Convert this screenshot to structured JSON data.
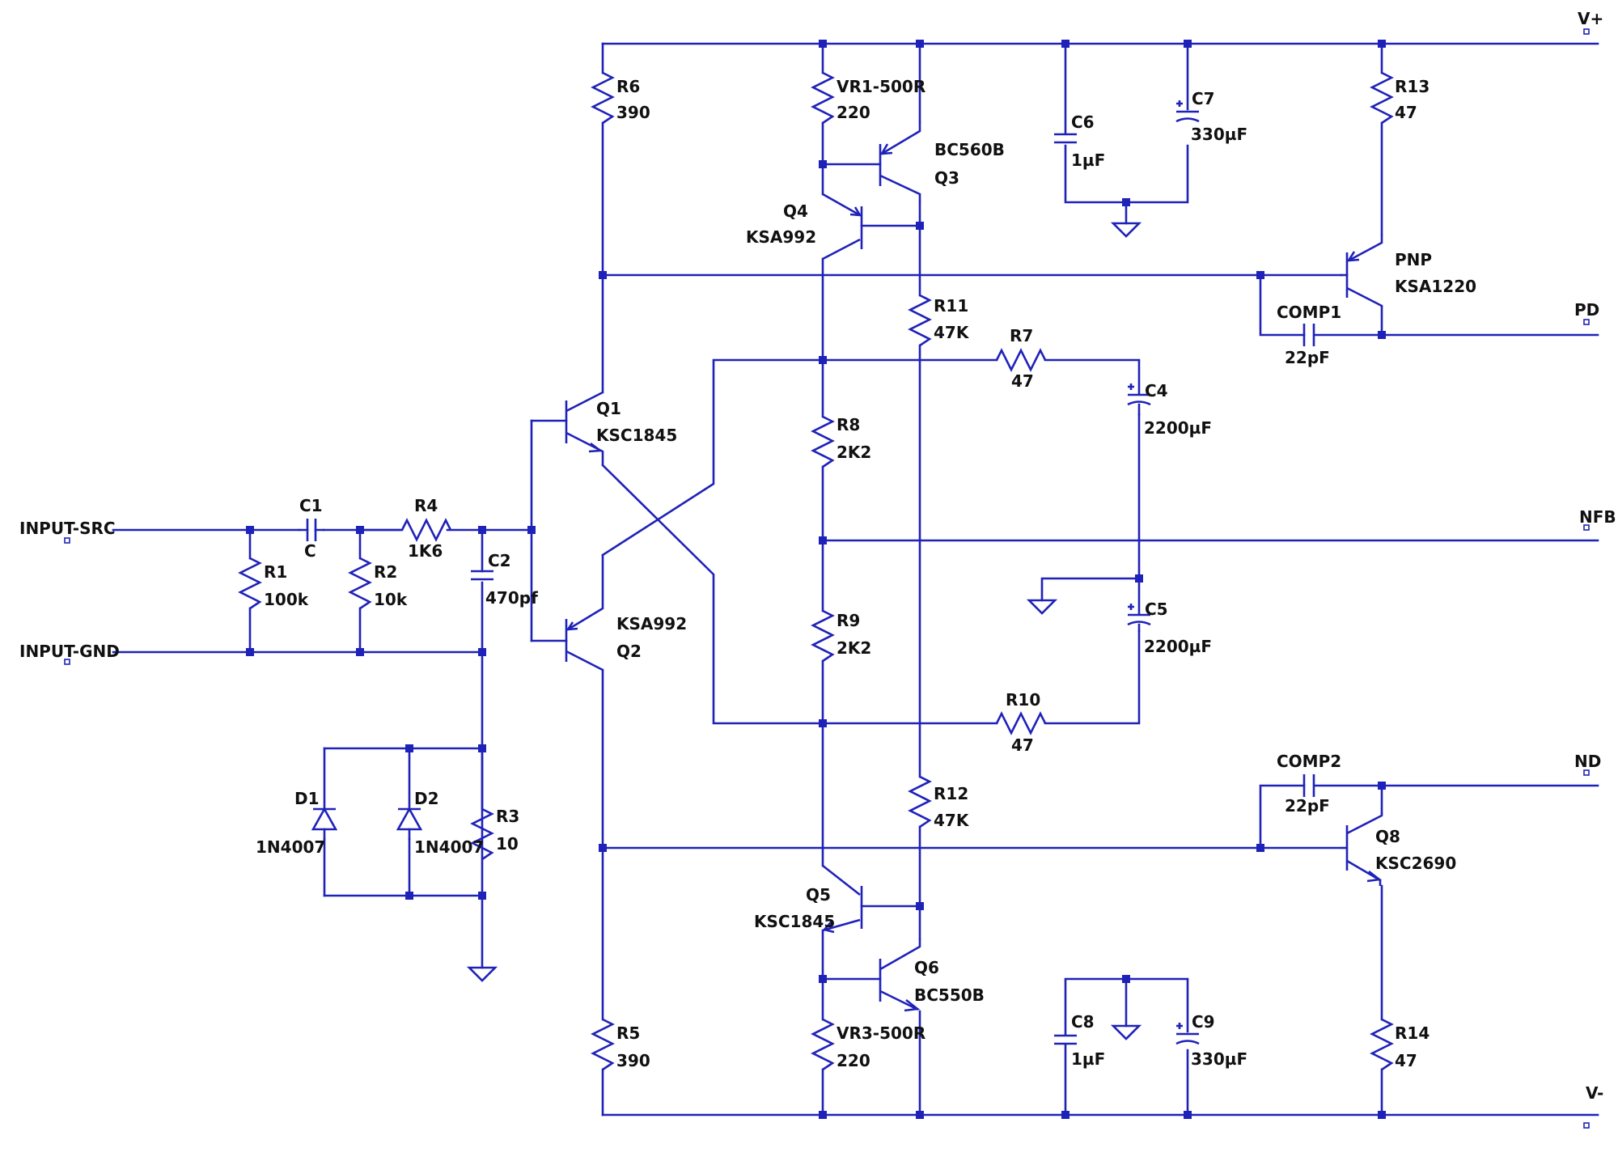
{
  "schematic": {
    "ports": {
      "vplus": "V+",
      "vminus": "V-",
      "pd": "PD",
      "nd": "ND",
      "nfb": "NFB",
      "input_src": "INPUT-SRC",
      "input_gnd": "INPUT-GND"
    },
    "components": {
      "R1": {
        "ref": "R1",
        "value": "100k"
      },
      "R2": {
        "ref": "R2",
        "value": "10k"
      },
      "R3": {
        "ref": "R3",
        "value": "10"
      },
      "R4": {
        "ref": "R4",
        "value": "1K6"
      },
      "R5": {
        "ref": "R5",
        "value": "390"
      },
      "R6": {
        "ref": "R6",
        "value": "390"
      },
      "R7": {
        "ref": "R7",
        "value": "47"
      },
      "R8": {
        "ref": "R8",
        "value": "2K2"
      },
      "R9": {
        "ref": "R9",
        "value": "2K2"
      },
      "R10": {
        "ref": "R10",
        "value": "47"
      },
      "R11": {
        "ref": "R11",
        "value": "47K"
      },
      "R12": {
        "ref": "R12",
        "value": "47K"
      },
      "R13": {
        "ref": "R13",
        "value": "47"
      },
      "R14": {
        "ref": "R14",
        "value": "47"
      },
      "VR1": {
        "ref": "VR1-500R",
        "value": "220"
      },
      "VR3": {
        "ref": "VR3-500R",
        "value": "220"
      },
      "C1": {
        "ref": "C1",
        "value": "C"
      },
      "C2": {
        "ref": "C2",
        "value": "470pf"
      },
      "C4": {
        "ref": "C4",
        "value": "2200µF"
      },
      "C5": {
        "ref": "C5",
        "value": "2200µF"
      },
      "C6": {
        "ref": "C6",
        "value": "1µF"
      },
      "C7": {
        "ref": "C7",
        "value": "330µF"
      },
      "C8": {
        "ref": "C8",
        "value": "1µF"
      },
      "C9": {
        "ref": "C9",
        "value": "330µF"
      },
      "COMP1": {
        "ref": "COMP1",
        "value": "22pF"
      },
      "COMP2": {
        "ref": "COMP2",
        "value": "22pF"
      },
      "D1": {
        "ref": "D1",
        "value": "1N4007"
      },
      "D2": {
        "ref": "D2",
        "value": "1N4007"
      },
      "Q1": {
        "ref": "Q1",
        "value": "KSC1845"
      },
      "Q2": {
        "ref": "Q2",
        "value": "KSA992"
      },
      "Q3": {
        "ref": "Q3",
        "value": "BC560B"
      },
      "Q4": {
        "ref": "Q4",
        "value": "KSA992"
      },
      "Q5": {
        "ref": "Q5",
        "value": "KSC1845"
      },
      "Q6": {
        "ref": "Q6",
        "value": "BC550B"
      },
      "Q7": {
        "ref": "PNP",
        "value": "KSA1220"
      },
      "Q8": {
        "ref": "Q8",
        "value": "KSC2690"
      }
    },
    "colors": {
      "wire": "#1f22b8",
      "text": "#111111",
      "background": "#ffffff"
    }
  }
}
